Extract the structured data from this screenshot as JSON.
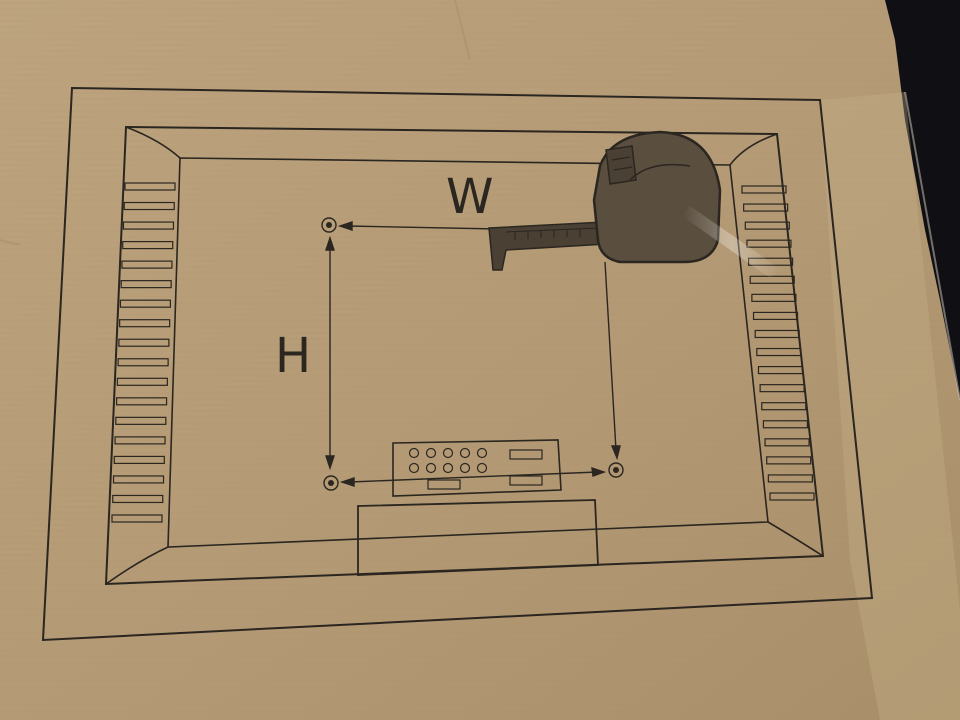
{
  "photo": {
    "labels": {
      "width": "W",
      "height": "H"
    },
    "colors": {
      "cardboard": "#b79d77",
      "cardboard_dark": "#9f855f",
      "ink": "#2b2620",
      "tape_measure": "#5a4e3e",
      "background": "#101014"
    },
    "icons": [
      "tape-measure-icon",
      "mounting-hole-icon"
    ],
    "vent_slots_per_side": 18,
    "panel_buttons": 10
  }
}
